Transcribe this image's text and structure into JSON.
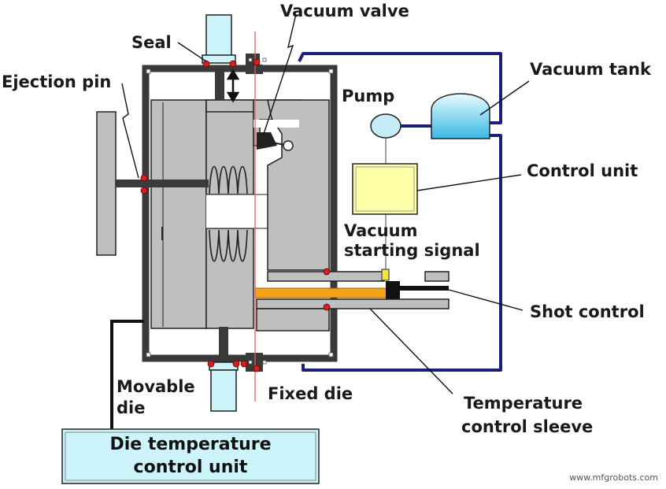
{
  "labels": {
    "vacuum_valve": "Vacuum valve",
    "seal": "Seal",
    "ejection_pin": "Ejection pin",
    "vacuum_tank": "Vacuum tank",
    "pump": "Pump",
    "control_unit": "Control unit",
    "vacuum_starting_signal_1": "Vacuum",
    "vacuum_starting_signal_2": "starting signal",
    "shot_control": "Shot control",
    "movable_die_1": "Movable",
    "movable_die_2": "die",
    "fixed_die": "Fixed die",
    "temperature_sleeve_1": "Temperature",
    "temperature_sleeve_2": "control sleeve",
    "die_temp_unit_1": "Die temperature",
    "die_temp_unit_2": "control unit"
  },
  "watermark": "www.mfgrobots.com",
  "colors": {
    "die_gray": "#bfbfbf",
    "frame": "#3a3a3a",
    "vacuum_line": "#1b1f7a",
    "tank_blue": "#5ecbea",
    "pump_blue": "#c6ecf7",
    "control_yellow": "#ffffa8",
    "die_unit_fill": "#ccf4fa",
    "sleeve_orange": "#f4a316",
    "signal_yellow": "#f2e24a",
    "seal_red": "#d42020",
    "center_line": "#e06060"
  }
}
